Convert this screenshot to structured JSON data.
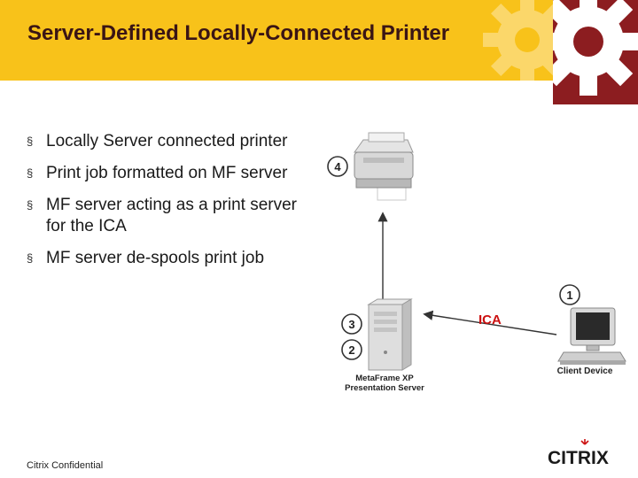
{
  "slide": {
    "title": "Server-Defined Locally-Connected Printer",
    "bullets": [
      "Locally Server connected printer",
      "Print job formatted on MF server",
      "MF server acting as a print server for the ICA",
      "MF server de-spools print job"
    ],
    "bullet_marker": "§"
  },
  "diagram": {
    "step_labels": [
      "1",
      "2",
      "3",
      "4"
    ],
    "ica_label": "ICA",
    "server_label_line1": "MetaFrame XP",
    "server_label_line2": "Presentation Server",
    "client_label": "Client Device"
  },
  "footer": {
    "confidential": "Citrix Confidential"
  },
  "logo": {
    "text": "CITRIX"
  },
  "colors": {
    "header_yellow": "#f8c21a",
    "corner_red": "#8c1d20",
    "ica_red": "#cc1111",
    "title_text": "#3a1515"
  }
}
